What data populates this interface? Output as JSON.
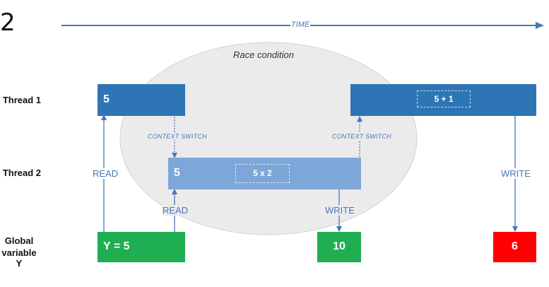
{
  "figure_number": "2",
  "time_label": "TIME",
  "race_label": "Race condition",
  "row_labels": {
    "thread1": "Thread 1",
    "thread2": "Thread 2",
    "global_line1": "Global",
    "global_line2": "variable Y"
  },
  "thread1": {
    "read_value": "5",
    "compute": "5 + 1"
  },
  "thread2": {
    "read_value": "5",
    "compute": "5 x 2"
  },
  "global": {
    "initial": "Y = 5",
    "after_thread2": "10",
    "after_thread1": "6"
  },
  "labels": {
    "read_thread1": "READ",
    "read_thread2": "READ",
    "write_thread2": "WRITE",
    "write_thread1": "WRITE",
    "context_switch_1": "CONTEXT SWITCH",
    "context_switch_2": "CONTEXT SWITCH"
  },
  "colors": {
    "thread1": "#2e75b6",
    "thread2": "#7da7d8",
    "global_ok": "#1fae52",
    "global_wrong": "#ff0000",
    "arrow": "#4a76b8",
    "race_region": "#ebebeb"
  }
}
